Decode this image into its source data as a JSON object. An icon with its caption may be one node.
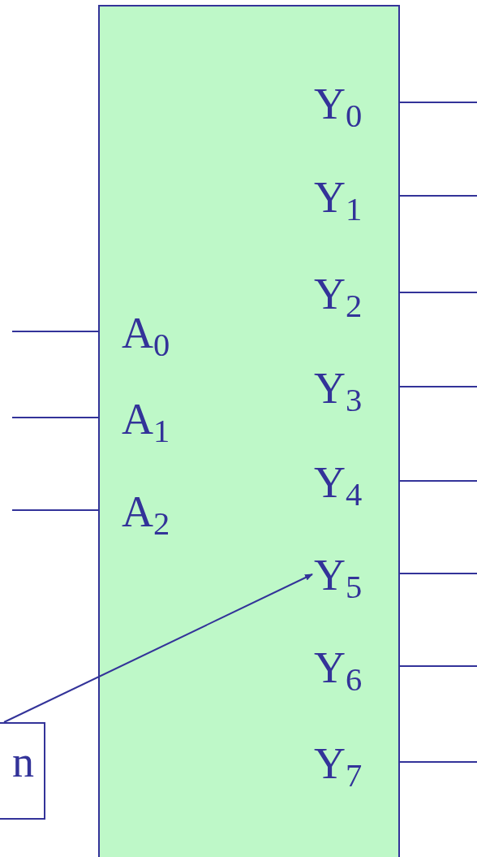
{
  "diagram": {
    "nodes": [
      {
        "text": [],
        "shape": "box"
      },
      {
        "text": [
          "A$_{0}$"
        ],
        "in": 0
      },
      {
        "text": [
          "A$_{1}$"
        ],
        "in": 0
      },
      {
        "text": [
          "A$_{2}$"
        ],
        "in": 0
      },
      {
        "text": [
          "Y$_{0}$"
        ],
        "in": 0
      },
      {
        "text": [
          "Y$_{1}$"
        ],
        "in": 0
      },
      {
        "text": [
          "Y$_{2}$"
        ],
        "in": 0
      },
      {
        "text": [
          "Y$_{3}$"
        ],
        "in": 0
      },
      {
        "text": [
          "Y$_{4}$"
        ],
        "in": 0
      },
      {
        "text": [
          "Y$_{5}$"
        ],
        "in": 0
      },
      {
        "text": [
          "Y$_{6}$"
        ],
        "in": 0
      },
      {
        "text": [
          "Y$_{7}$"
        ],
        "in": 0
      },
      {
        "text": [
          "n"
        ]
      }
    ],
    "edges": [
      {
        "from": null,
        "to": 0,
        "arrow": "none"
      },
      {
        "from": null,
        "to": 0,
        "arrow": "none"
      },
      {
        "from": null,
        "to": 0,
        "arrow": "none"
      },
      {
        "from": 0,
        "to": null,
        "arrow": "none"
      },
      {
        "from": 0,
        "to": null,
        "arrow": "none"
      },
      {
        "from": 0,
        "to": null,
        "arrow": "none"
      },
      {
        "from": 0,
        "to": null,
        "arrow": "none"
      },
      {
        "from": 0,
        "to": null,
        "arrow": "none"
      },
      {
        "from": 0,
        "to": null,
        "arrow": "none"
      },
      {
        "from": 0,
        "to": null,
        "arrow": "none"
      },
      {
        "from": 0,
        "to": null,
        "arrow": "none"
      },
      {
        "from": 12,
        "to": 9,
        "arrow": "to"
      }
    ]
  }
}
